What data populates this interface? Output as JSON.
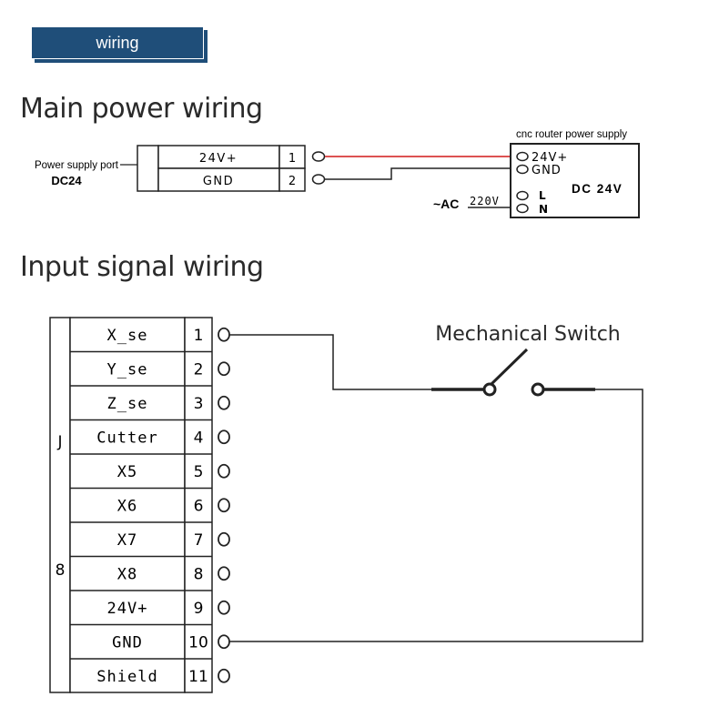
{
  "tab": {
    "label": "wiring"
  },
  "main_power": {
    "title": "Main power wiring",
    "port_label": "Power supply port",
    "port_name": "DC24",
    "rows": [
      {
        "label": "24V+",
        "pin": "1"
      },
      {
        "label": "GND",
        "pin": "2"
      }
    ],
    "supply": {
      "title": "cnc router power supply",
      "terminals": [
        "24V+",
        "GND",
        "L",
        "N"
      ],
      "output": "DC 24V",
      "ac_label": "~AC",
      "ac_voltage": "220V"
    },
    "colors": {
      "positive_wire": "#d83a3a",
      "wire": "#222222"
    }
  },
  "input_signal": {
    "title": "Input signal wiring",
    "connector_label_top": "J",
    "connector_label_bottom": "8",
    "rows": [
      {
        "label": "X_se",
        "pin": "1"
      },
      {
        "label": "Y_se",
        "pin": "2"
      },
      {
        "label": "Z_se",
        "pin": "3"
      },
      {
        "label": "Cutter",
        "pin": "4"
      },
      {
        "label": "X5",
        "pin": "5"
      },
      {
        "label": "X6",
        "pin": "6"
      },
      {
        "label": "X7",
        "pin": "7"
      },
      {
        "label": "X8",
        "pin": "8"
      },
      {
        "label": "24V+",
        "pin": "9"
      },
      {
        "label": "GND",
        "pin": "10"
      },
      {
        "label": "Shield",
        "pin": "11"
      }
    ],
    "switch_label": "Mechanical Switch",
    "switch_icon": "mechanical-switch-icon"
  }
}
